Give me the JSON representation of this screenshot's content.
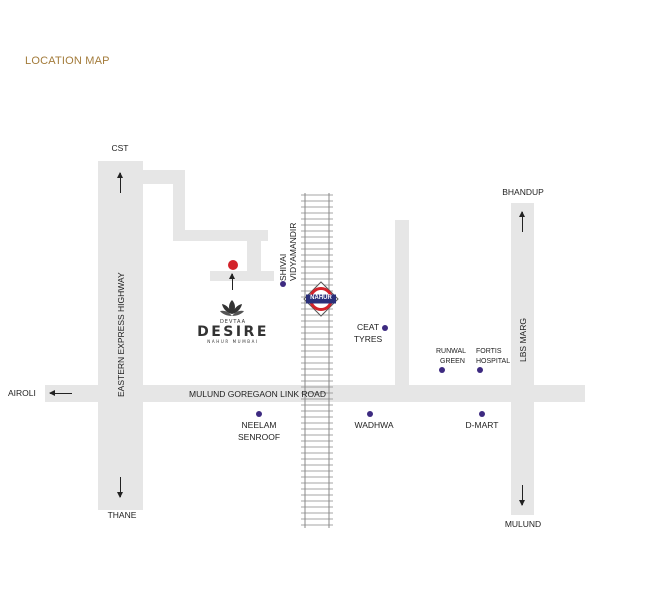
{
  "title": "LOCATION MAP",
  "colors": {
    "title": "#a37b3a",
    "road": "#e6e6e6",
    "poi_dot": "#3d2a80",
    "site_dot": "#d3222a",
    "station_ring": "#d3222a",
    "station_bar": "#2a2f7a",
    "rail": "#888888"
  },
  "directions": {
    "cst": "CST",
    "thane": "THANE",
    "airoli": "AIROLI",
    "bhandup": "BHANDUP",
    "mulund": "MULUND"
  },
  "roads": {
    "eastern_express_highway": "EASTERN EXPRESS HIGHWAY",
    "mulund_goregaon_link_road": "MULUND GOREGAON LINK ROAD",
    "lbs_marg": "LBS MARG"
  },
  "station": {
    "name": "NAHUR",
    "icon": "metro-station-icon"
  },
  "project": {
    "brand_top": "DEVTAA",
    "brand_name": "DESIRE",
    "brand_sub": "NAHUR MUMBAI"
  },
  "landmarks": {
    "shivai": "SHIVAI VIDYAMANDIR",
    "ceat_line1": "CEAT",
    "ceat_line2": "TYRES",
    "runwal_line1": "RUNWAL",
    "runwal_line2": "GREEN",
    "fortis_line1": "FORTIS",
    "fortis_line2": "HOSPITAL",
    "neelam_line1": "NEELAM",
    "neelam_line2": "SENROOF",
    "wadhwa": "WADHWA",
    "dmart": "D-MART"
  }
}
